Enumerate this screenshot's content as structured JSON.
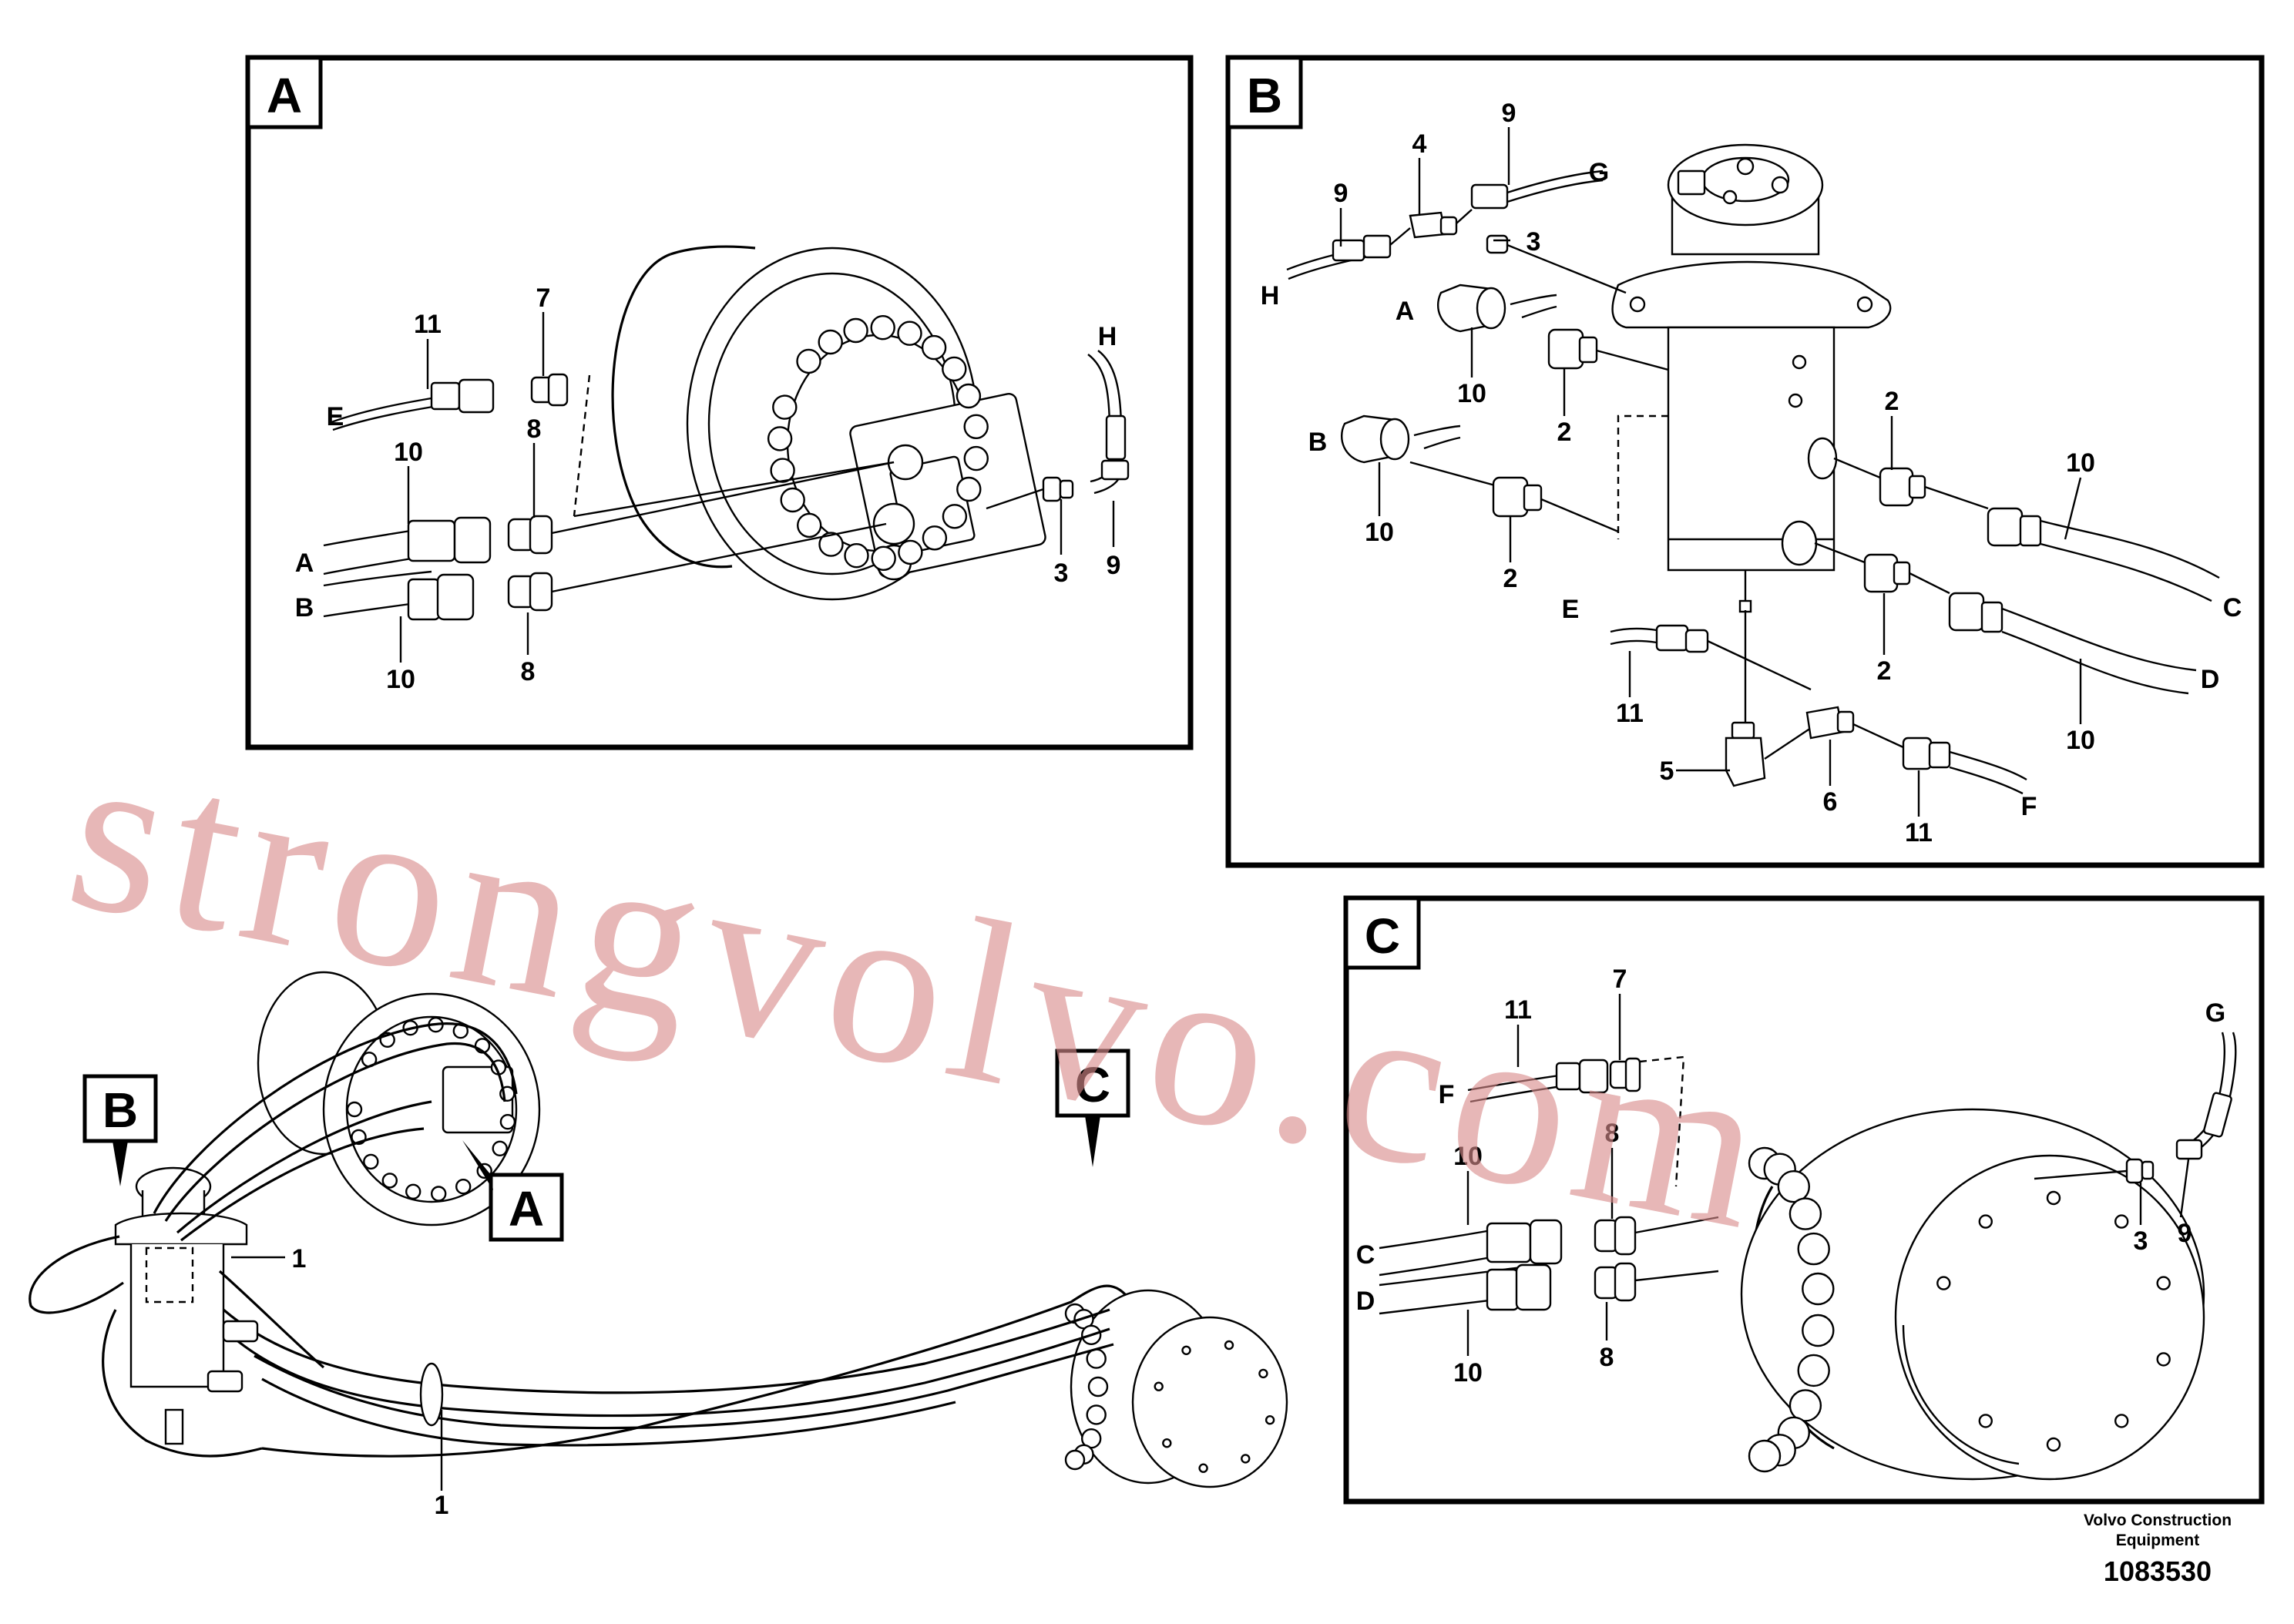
{
  "panels": [
    {
      "id": "A",
      "tag": "A"
    },
    {
      "id": "B",
      "tag": "B"
    },
    {
      "id": "C",
      "tag": "C"
    }
  ],
  "overview_tags": {
    "b": "B",
    "a": "A",
    "c": "C"
  },
  "labels": {
    "a": {
      "n11": "11",
      "n7": "7",
      "eE": "E",
      "n10a": "10",
      "n8a": "8",
      "eA": "A",
      "eB": "B",
      "n10b": "10",
      "n8b": "8",
      "eH": "H",
      "n3": "3",
      "n9": "9"
    },
    "b": {
      "n9a": "9",
      "n4": "4",
      "n9b": "9",
      "eG": "G",
      "eH": "H",
      "n3": "3",
      "eA": "A",
      "n10a": "10",
      "n2a": "2",
      "eB": "B",
      "n10b": "10",
      "n2b": "2",
      "n2c": "2",
      "n10c": "10",
      "eC": "C",
      "n2d": "2",
      "eD": "D",
      "n10d": "10",
      "eE": "E",
      "n11a": "11",
      "n5": "5",
      "n6": "6",
      "n11b": "11",
      "eF": "F"
    },
    "c": {
      "n11": "11",
      "n7": "7",
      "eF": "F",
      "eG": "G",
      "n10a": "10",
      "n8a": "8",
      "eC": "C",
      "eD": "D",
      "n10b": "10",
      "n8b": "8",
      "n3": "3",
      "n9": "9"
    },
    "overview": {
      "n1a": "1",
      "n1b": "1"
    }
  },
  "watermark": "strongvolvo.com",
  "footer": {
    "company_line1": "Volvo Construction",
    "company_line2": "Equipment",
    "part_number": "1083530"
  }
}
